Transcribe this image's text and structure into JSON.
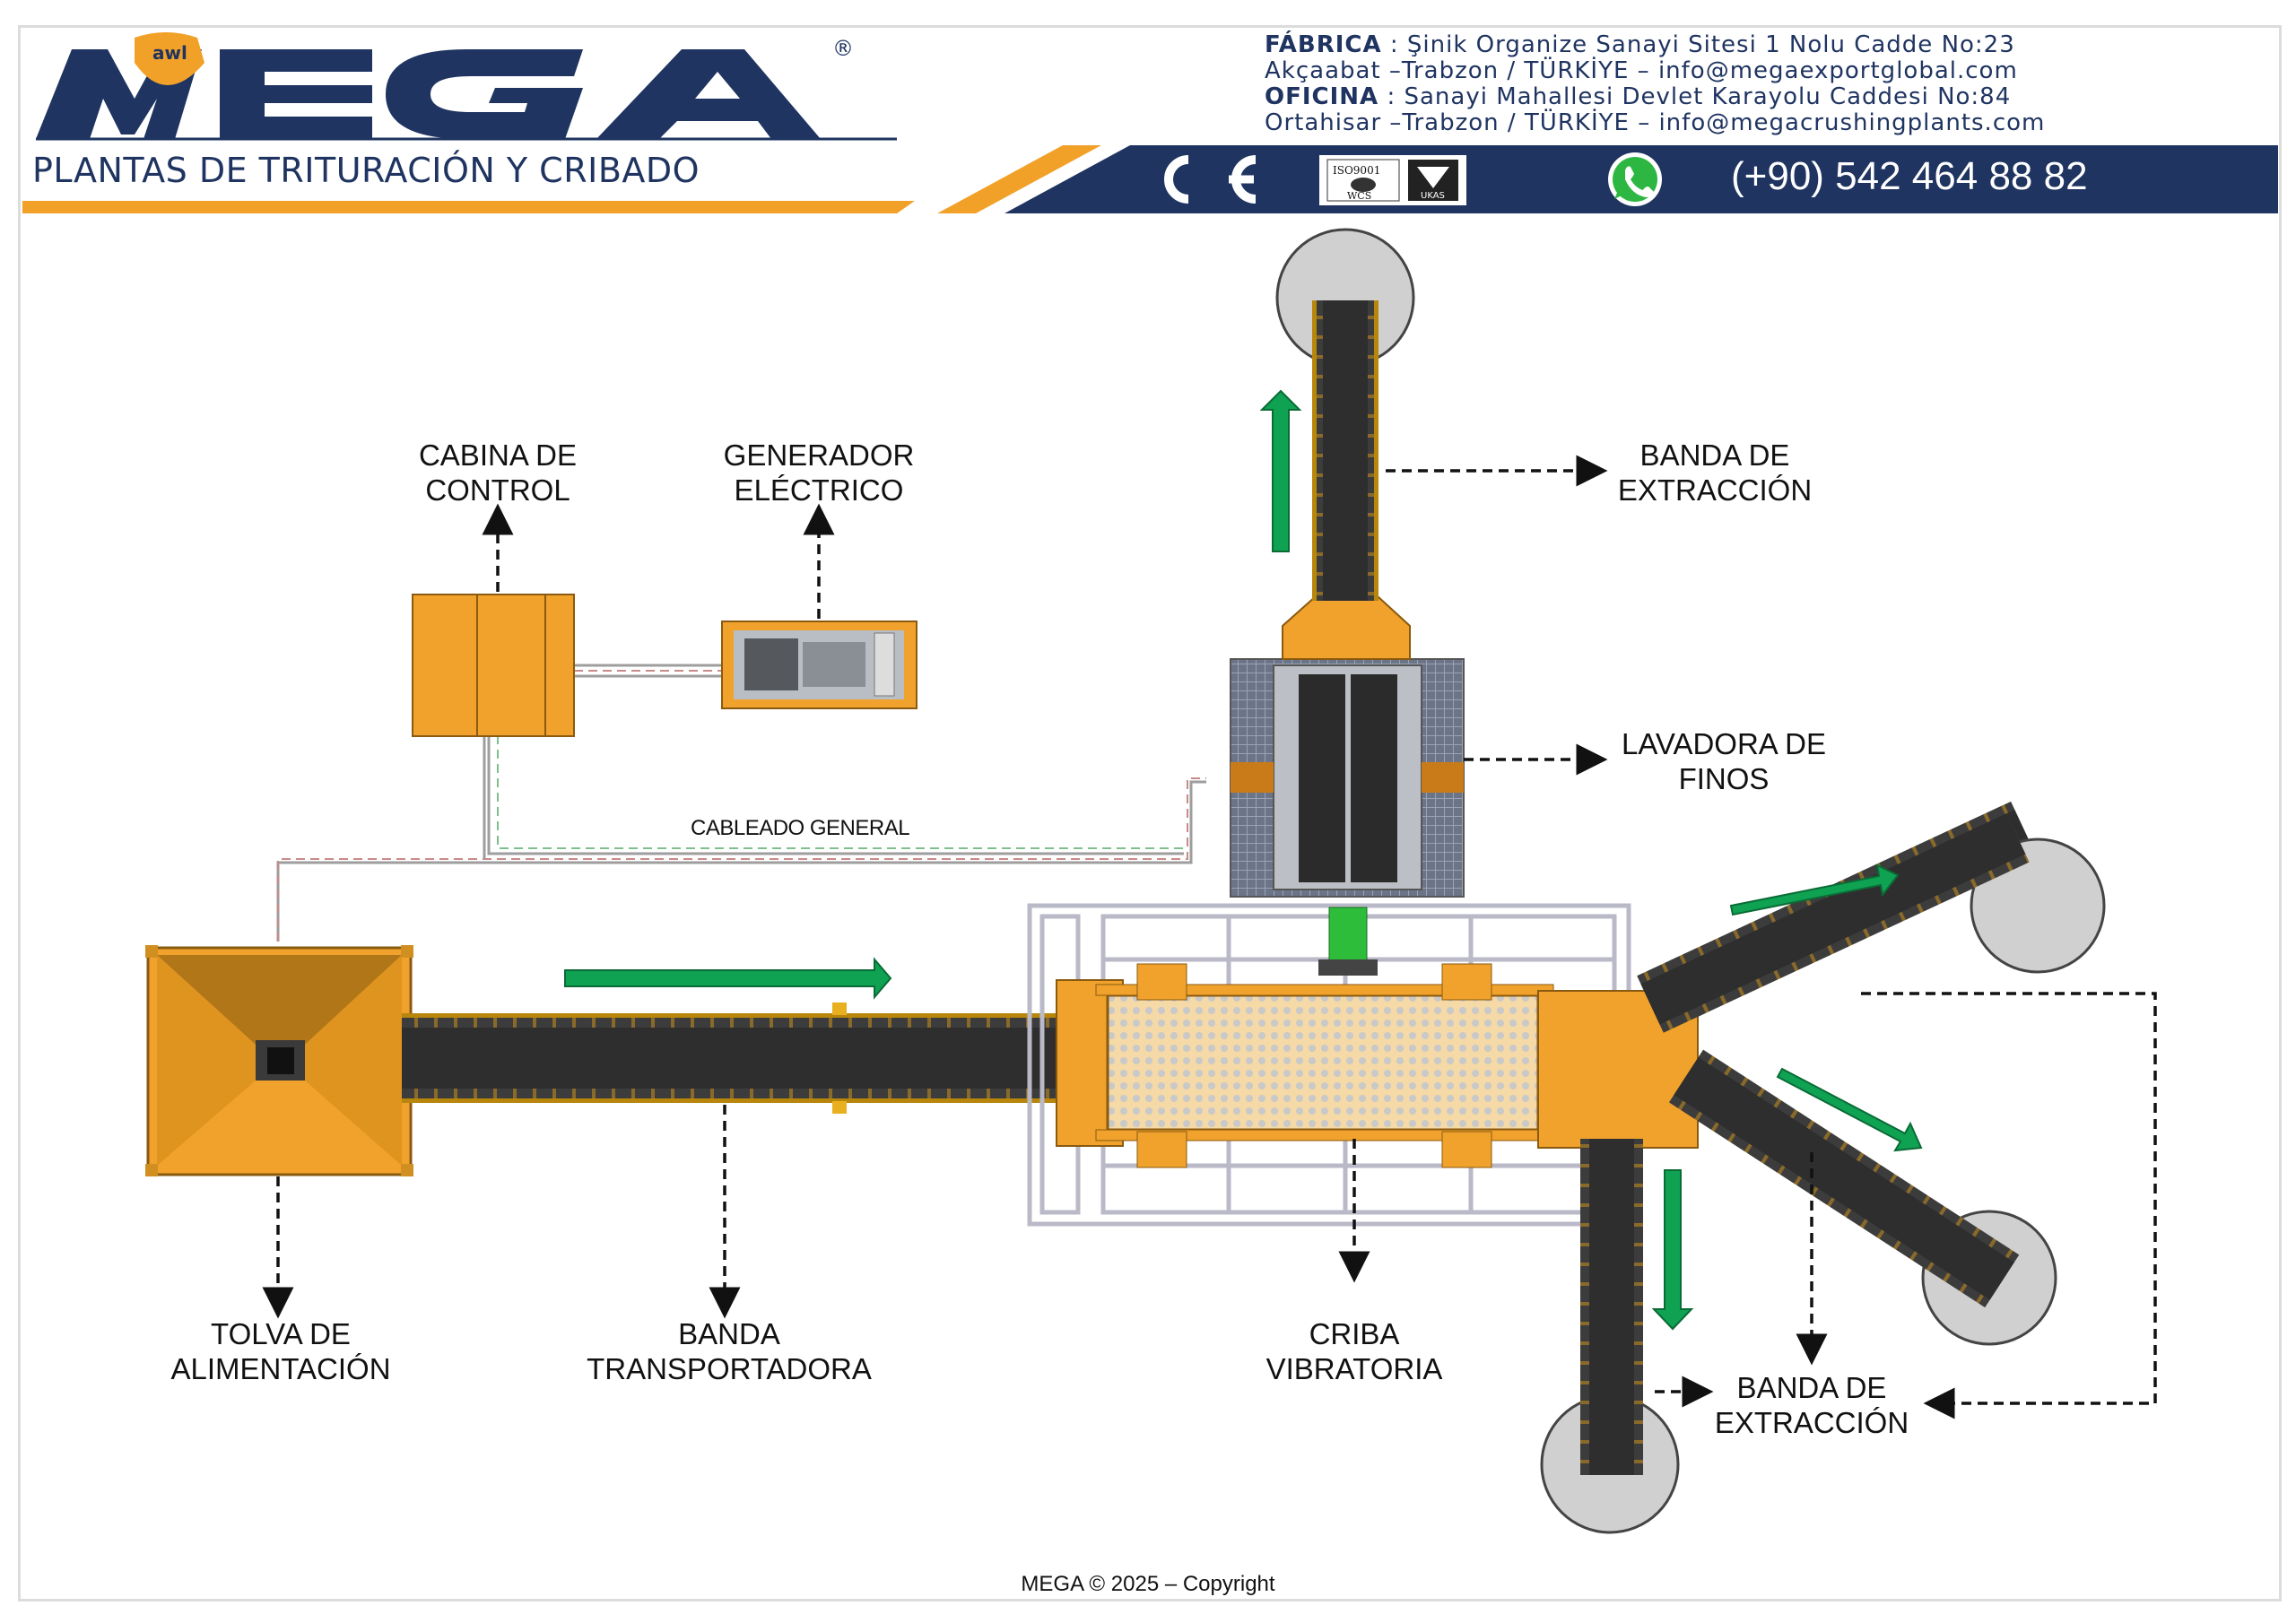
{
  "header": {
    "logo_text": "MEGA",
    "logo_badge": "awl",
    "registered_mark": "®",
    "subtitle": "PLANTAS DE TRITURACIÓN Y CRIBADO",
    "address_lines": [
      {
        "key": "FÁBRICA",
        "text": "     : Şinik Organize Sanayi  Sitesi  1 Nolu Cadde No:23"
      },
      {
        "key": "",
        "text": "Akçaabat –Trabzon / TÜRKİYE – info@megaexportglobal.com"
      },
      {
        "key": "OFICINA",
        "text": " : Sanayi  Mahallesi Devlet Karayolu Caddesi No:84"
      },
      {
        "key": "",
        "text": "Ortahisar –Trabzon / TÜRKİYE – info@megacrushingplants.com"
      }
    ],
    "ce_mark": "CE",
    "iso_text": "ISO9001",
    "iso_sub": "WCS",
    "ukas_text": "UKAS",
    "phone": "(+90) 542 464 88 82"
  },
  "labels": {
    "cabina": [
      "CABINA DE",
      "CONTROL"
    ],
    "generador": [
      "GENERADOR",
      "ELÉCTRICO"
    ],
    "banda_extraccion_top": [
      "BANDA DE",
      "EXTRACCIÓN"
    ],
    "lavadora": [
      "LAVADORA DE",
      "FINOS"
    ],
    "cableado": "CABLEADO GENERAL",
    "tolva": [
      "TOLVA DE",
      "ALIMENTACIÓN"
    ],
    "banda_transportadora": [
      "BANDA",
      "TRANSPORTADORA"
    ],
    "criba": [
      "CRIBA",
      "VIBRATORIA"
    ],
    "banda_extraccion_bottom": [
      "BANDA DE",
      "EXTRACCIÓN"
    ]
  },
  "footer": {
    "copyright": "MEGA © 2025 – Copyright"
  },
  "colors": {
    "navy": "#1f3461",
    "orange": "#f2a128",
    "equipment_orange": "#f0a22c",
    "belt_dark": "#3a3a3a",
    "arrow_green": "#0fa253",
    "frame_grey": "#b9b9c8",
    "cable_grey": "#a0a0a0"
  },
  "icons": [
    "whatsapp-icon",
    "ce-mark-icon",
    "iso-certificate-icon",
    "flow-arrow-icon"
  ]
}
